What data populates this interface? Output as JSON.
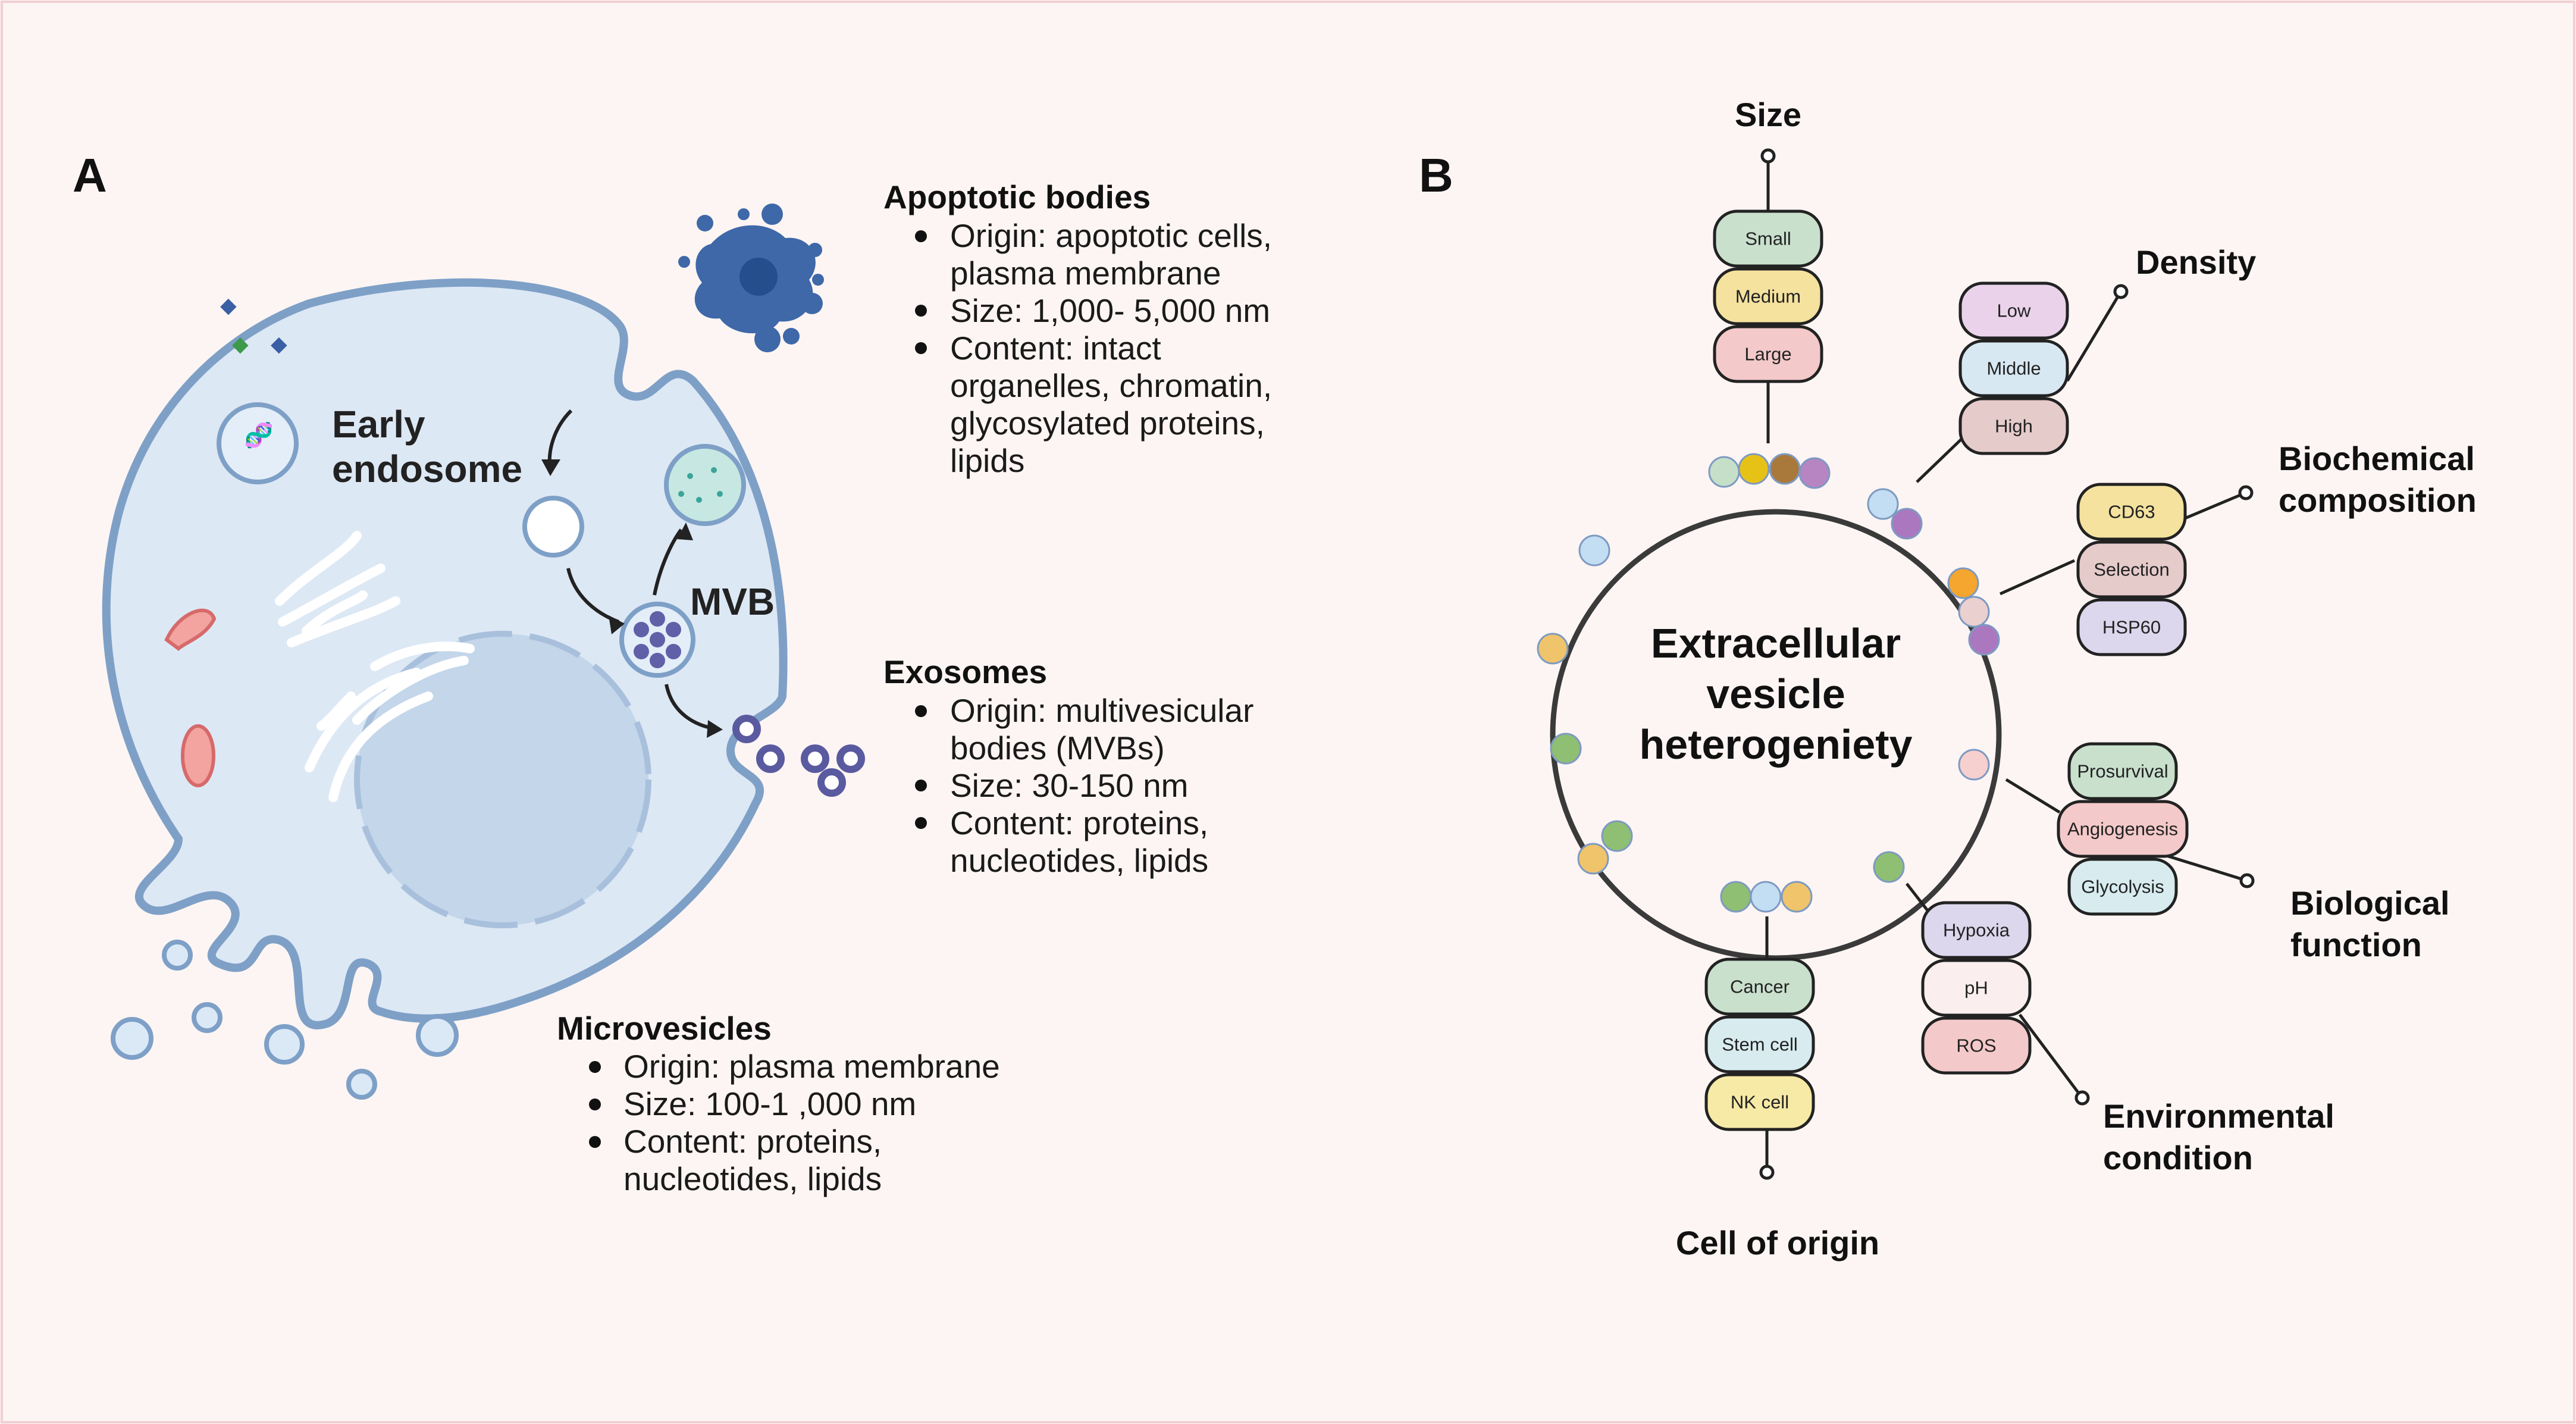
{
  "panels": {
    "a": "A",
    "b": "B"
  },
  "cell_labels": {
    "early_endosome_1": "Early",
    "early_endosome_2": "endosome",
    "mvb": "MVB"
  },
  "apoptotic": {
    "title": "Apoptotic bodies",
    "lines": [
      "Origin: apoptotic cells,",
      "plasma membrane",
      "Size: 1,000- 5,000 nm",
      "Content: intact",
      "organelles, chromatin,",
      "glycosylated proteins,",
      "lipids"
    ]
  },
  "exosomes": {
    "title": "Exosomes",
    "lines": [
      "Origin: multivesicular",
      "bodies (MVBs)",
      "Size: 30-150 nm",
      "Content: proteins,",
      "nucleotides, lipids"
    ]
  },
  "microvesicles": {
    "title": "Microvesicles",
    "lines": [
      "Origin: plasma membrane",
      "Size: 100-1 ,000 nm",
      "Content: proteins,",
      "nucleotides, lipids"
    ]
  },
  "center": {
    "line1": "Extracellular",
    "line2": "vesicle",
    "line3": "heterogeniety"
  },
  "categories": {
    "size": {
      "label": "Size",
      "items": [
        "Small",
        "Medium",
        "Large"
      ]
    },
    "density": {
      "label": "Density",
      "items": [
        "Low",
        "Middle",
        "High"
      ]
    },
    "biochem": {
      "label1": "Biochemical",
      "label2": "composition",
      "items": [
        "CD63",
        "Selection",
        "HSP60"
      ]
    },
    "biofunc": {
      "label1": "Biological",
      "label2": "function",
      "items": [
        "Prosurvival",
        "Angiogenesis",
        "Glycolysis"
      ]
    },
    "env": {
      "label1": "Environmental",
      "label2": "condition",
      "items": [
        "Hypoxia",
        "pH",
        "ROS"
      ]
    },
    "origin": {
      "label": "Cell of origin",
      "items": [
        "Cancer",
        "Stem cell",
        "NK cell"
      ]
    }
  },
  "colors": {
    "background": "#fdf5f3",
    "cell_fill": "#dde8f5",
    "cell_stroke": "#7ea0c7",
    "mvb_dots": "#5a5aa0",
    "apoptotic": "#3e68a8"
  }
}
